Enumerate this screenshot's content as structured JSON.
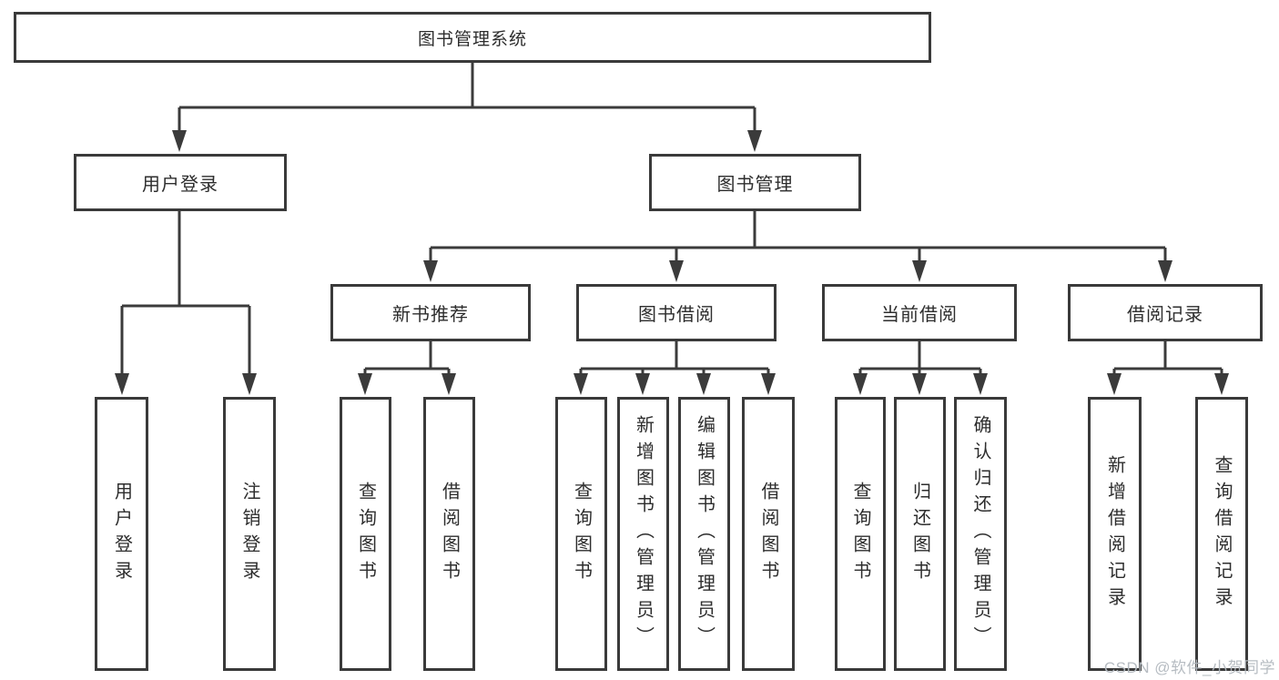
{
  "diagram": {
    "type": "hierarchy-tree",
    "root": {
      "label": "图书管理系统"
    },
    "level2": [
      {
        "label": "用户登录",
        "parent": "图书管理系统"
      },
      {
        "label": "图书管理",
        "parent": "图书管理系统"
      }
    ],
    "level3": [
      {
        "label": "新书推荐",
        "parent": "图书管理"
      },
      {
        "label": "图书借阅",
        "parent": "图书管理"
      },
      {
        "label": "当前借阅",
        "parent": "图书管理"
      },
      {
        "label": "借阅记录",
        "parent": "图书管理"
      }
    ],
    "leaves": [
      {
        "label": "用户登录",
        "parent": "用户登录"
      },
      {
        "label": "注销登录",
        "parent": "用户登录"
      },
      {
        "label": "查询图书",
        "parent": "新书推荐"
      },
      {
        "label": "借阅图书",
        "parent": "新书推荐"
      },
      {
        "label": "查询图书",
        "parent": "图书借阅"
      },
      {
        "label": "新增图书（管理员）",
        "parent": "图书借阅"
      },
      {
        "label": "编辑图书（管理员）",
        "parent": "图书借阅"
      },
      {
        "label": "借阅图书",
        "parent": "图书借阅"
      },
      {
        "label": "查询图书",
        "parent": "当前借阅"
      },
      {
        "label": "归还图书",
        "parent": "当前借阅"
      },
      {
        "label": "确认归还（管理员）",
        "parent": "当前借阅"
      },
      {
        "label": "新增借阅记录",
        "parent": "借阅记录"
      },
      {
        "label": "查询借阅记录",
        "parent": "借阅记录"
      }
    ]
  },
  "watermark": {
    "text": "CSDN @软件_小贺同学"
  },
  "colors": {
    "line": "#3b3b3b",
    "box_border": "#3a3a3a",
    "text": "#2d2d2d",
    "background": "#ffffff",
    "watermark": "#b3b9bf"
  }
}
